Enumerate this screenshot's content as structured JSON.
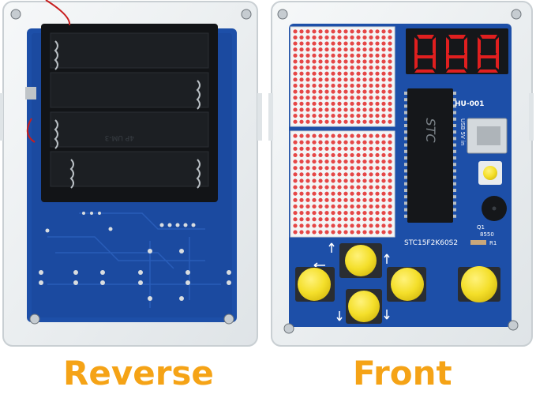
{
  "captions": {
    "reverse": "Reverse",
    "front": "Front"
  },
  "front_board": {
    "model_label": "HU-001",
    "chip_label": "STC15F2K60S2",
    "chip_logo": "STC",
    "usb_label": "USB 5V in",
    "transistor_label": "Q1",
    "transistor_part": "8550",
    "resistor_label": "R1"
  },
  "reverse_board": {
    "battery_label": "4P UM-3"
  },
  "colors": {
    "pcb_blue": "#1d4fa8",
    "pcb_dark": "#163f8c",
    "button_yellow": "#f4df2a",
    "caption_orange": "#f5a316",
    "acrylic": "#eef1f3"
  },
  "icons": [
    "arrow-left-icon",
    "arrow-up-icon",
    "arrow-down-icon"
  ]
}
